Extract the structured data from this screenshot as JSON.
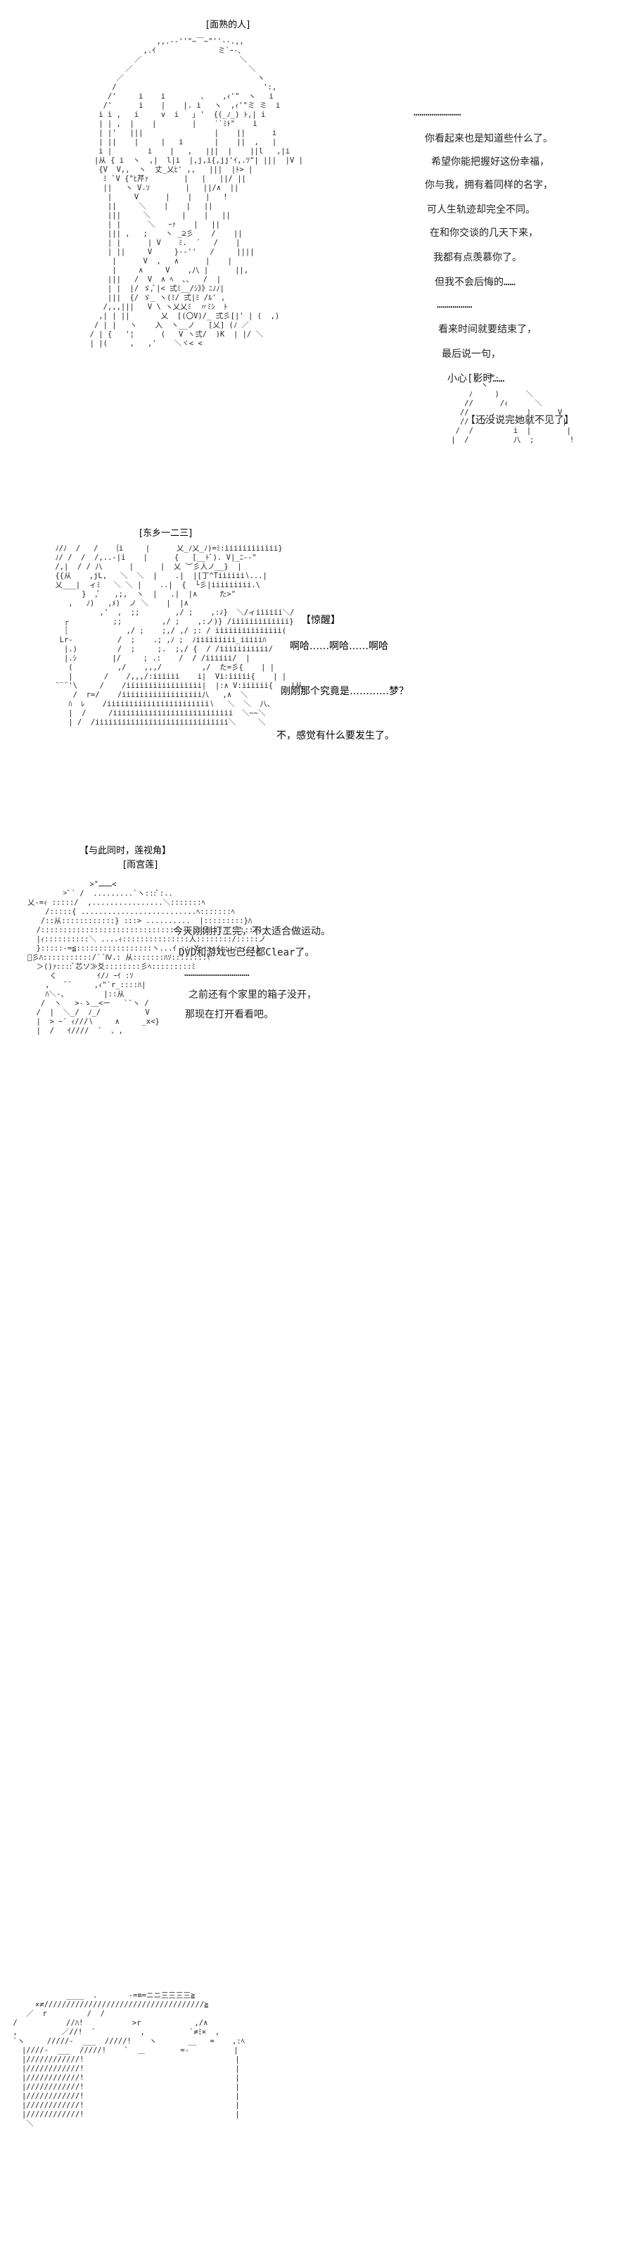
{
  "scene1": {
    "speaker": "[面熟的人]",
    "lines": [
      "……………………",
      "你看起来也是知道些什么了。",
      "希望你能把握好这份幸福，",
      "你与我，拥有着同样的名字，",
      "可人生轨迹却完全不同。",
      "在和你交谈的几天下来，",
      "我都有点羡慕你了。",
      "但我不会后悔的……",
      "………………",
      "看来时间就要结束了，",
      "最后说一句，",
      "小心[影时……",
      "【还没说完她就不见了】"
    ]
  },
  "scene2": {
    "speaker": "[东乡一二三]",
    "tag": "【惊醒】",
    "lines": [
      "啊哈……啊哈……啊哈",
      "刚刚那个究竟是…………梦？",
      "不，感觉有什么要发生了。"
    ]
  },
  "scene3": {
    "header": "【与此同时，莲视角】",
    "speaker": "[雨宫莲]",
    "lines": [
      "今天刚刚打工完，不太适合做运动。",
      "DVD和游戏也已经都Clear了。",
      "……………………………",
      "之前还有个家里的箱子没开，",
      "那现在打开看看吧。"
    ]
  }
}
